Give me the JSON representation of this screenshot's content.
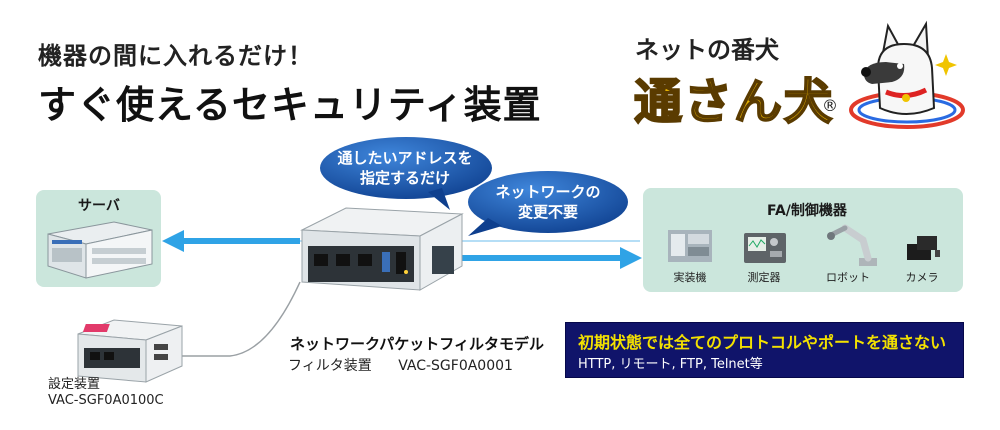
{
  "headline": {
    "subtitle": "機器の間に入れるだけ！",
    "title": "すぐ使えるセキュリティ装置"
  },
  "brand": {
    "tagline": "ネットの番犬",
    "name": "通さん犬",
    "registered_mark": "®"
  },
  "server_panel": {
    "label": "サーバ"
  },
  "fa_panel": {
    "label": "FA/制御機器",
    "items": [
      {
        "label": "実装機",
        "icon": "mounting-machine-icon"
      },
      {
        "label": "測定器",
        "icon": "measuring-instrument-icon"
      },
      {
        "label": "ロボット",
        "icon": "robot-arm-icon"
      },
      {
        "label": "カメラ",
        "icon": "camera-icon"
      }
    ]
  },
  "bubbles": {
    "left": [
      "通したいアドレスを",
      "指定するだけ"
    ],
    "right": [
      "ネットワークの",
      "変更不要"
    ]
  },
  "product": {
    "name": "ネットワークパケットフィルタモデル",
    "sub_label": "フィルタ装置",
    "model": "VAC-SGF0A0001"
  },
  "setting_device": {
    "label": "設定装置",
    "model": "VAC-SGF0A0100C"
  },
  "info_box": {
    "line1": "初期状態では全てのプロトコルやポートを通さない",
    "line2": "HTTP, リモート, FTP, Telnet等"
  },
  "colors": {
    "panel_bg": "#cbe6dc",
    "arrow": "#2fa3e6",
    "bubble": "#1453a8",
    "info_bg": "#10146a",
    "info_highlight": "#f3e100",
    "brand_yellow": "#e7b200"
  }
}
